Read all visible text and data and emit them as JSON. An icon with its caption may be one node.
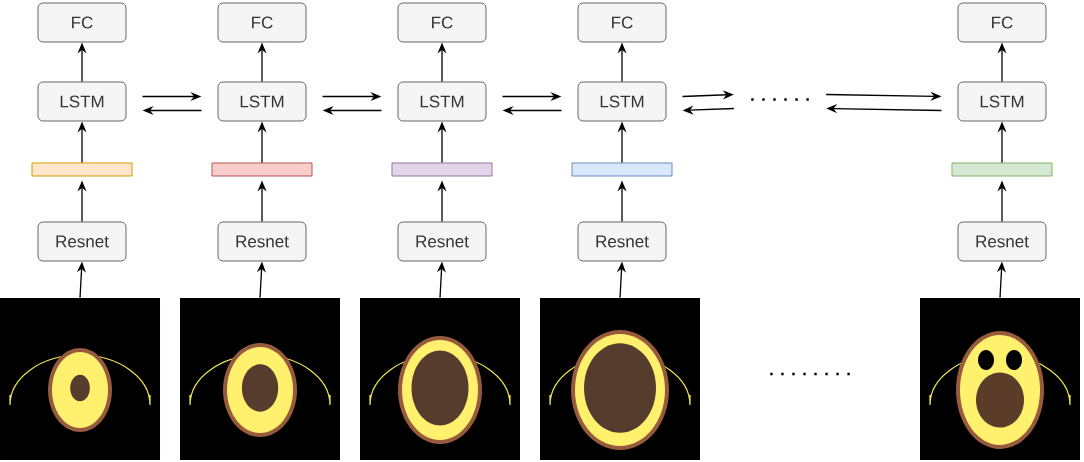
{
  "diagram": {
    "nodes": [
      {
        "text": [
          "FC"
        ]
      },
      {
        "text": [
          "FC"
        ]
      },
      {
        "text": [
          "FC"
        ]
      },
      {
        "text": [
          "FC"
        ]
      },
      {
        "text": [
          "FC"
        ]
      },
      {
        "text": [
          "LSTM"
        ]
      },
      {
        "text": [
          "LSTM"
        ]
      },
      {
        "text": [
          "LSTM"
        ]
      },
      {
        "text": [
          "LSTM"
        ]
      },
      {
        "text": [
          ". . . . . ."
        ]
      },
      {
        "text": [
          "LSTM"
        ]
      },
      {
        "text": [],
        "shape": "bar"
      },
      {
        "text": [],
        "shape": "bar"
      },
      {
        "text": [],
        "shape": "bar"
      },
      {
        "text": [],
        "shape": "bar"
      },
      {
        "text": [],
        "shape": "bar"
      },
      {
        "text": [
          "Resnet"
        ]
      },
      {
        "text": [
          "Resnet"
        ]
      },
      {
        "text": [
          "Resnet"
        ]
      },
      {
        "text": [
          "Resnet"
        ]
      },
      {
        "text": [
          "Resnet"
        ]
      },
      {
        "text": [],
        "shape": "picture"
      },
      {
        "text": [],
        "shape": "picture"
      },
      {
        "text": [],
        "shape": "picture"
      },
      {
        "text": [],
        "shape": "picture"
      },
      {
        "text": [],
        "shape": "picture"
      }
    ],
    "edges": [
      {
        "from": 21,
        "to": 16,
        "arrow": "to"
      },
      {
        "from": 16,
        "to": 11,
        "arrow": "to"
      },
      {
        "from": 11,
        "to": 5,
        "arrow": "to"
      },
      {
        "from": 5,
        "to": 0,
        "arrow": "to"
      },
      {
        "from": 22,
        "to": 17,
        "arrow": "to"
      },
      {
        "from": 17,
        "to": 12,
        "arrow": "to"
      },
      {
        "from": 12,
        "to": 6,
        "arrow": "to"
      },
      {
        "from": 6,
        "to": 1,
        "arrow": "to"
      },
      {
        "from": 23,
        "to": 18,
        "arrow": "to"
      },
      {
        "from": 18,
        "to": 13,
        "arrow": "to"
      },
      {
        "from": 13,
        "to": 7,
        "arrow": "to"
      },
      {
        "from": 7,
        "to": 2,
        "arrow": "to"
      },
      {
        "from": 24,
        "to": 19,
        "arrow": "to"
      },
      {
        "from": 19,
        "to": 14,
        "arrow": "to"
      },
      {
        "from": 14,
        "to": 8,
        "arrow": "to"
      },
      {
        "from": 8,
        "to": 3,
        "arrow": "to"
      },
      {
        "from": 25,
        "to": 20,
        "arrow": "to"
      },
      {
        "from": 20,
        "to": 15,
        "arrow": "to"
      },
      {
        "from": 15,
        "to": 10,
        "arrow": "to"
      },
      {
        "from": 10,
        "to": 4,
        "arrow": "to"
      },
      {
        "from": 5,
        "to": 6,
        "arrow": "to"
      },
      {
        "from": 6,
        "to": 5,
        "arrow": "to"
      },
      {
        "from": 6,
        "to": 7,
        "arrow": "to"
      },
      {
        "from": 7,
        "to": 6,
        "arrow": "to"
      },
      {
        "from": 7,
        "to": 8,
        "arrow": "to"
      },
      {
        "from": 8,
        "to": 7,
        "arrow": "to"
      },
      {
        "from": 8,
        "to": 9,
        "arrow": "to"
      },
      {
        "from": 9,
        "to": 8,
        "arrow": "to"
      },
      {
        "from": 9,
        "to": 10,
        "arrow": "to"
      },
      {
        "from": 10,
        "to": 9,
        "arrow": "to"
      }
    ],
    "labels": [
      ". . . . . . . ."
    ]
  }
}
